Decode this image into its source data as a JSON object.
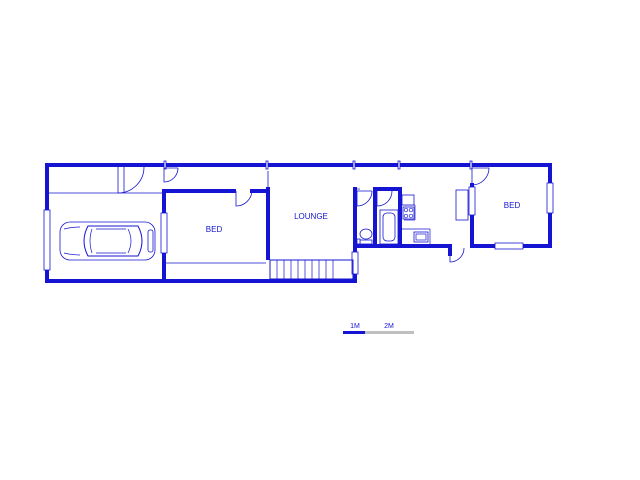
{
  "floor_plan": {
    "rooms": [
      {
        "id": "bed-1",
        "label": "BED"
      },
      {
        "id": "lounge",
        "label": "LOUNGE"
      },
      {
        "id": "bed-2",
        "label": "BED"
      }
    ],
    "scale_bar": {
      "labels": [
        "1M",
        "2M"
      ]
    },
    "colors": {
      "walls": "#1414d2",
      "scale_light": "#c0c0c0",
      "background": "#ffffff"
    }
  }
}
